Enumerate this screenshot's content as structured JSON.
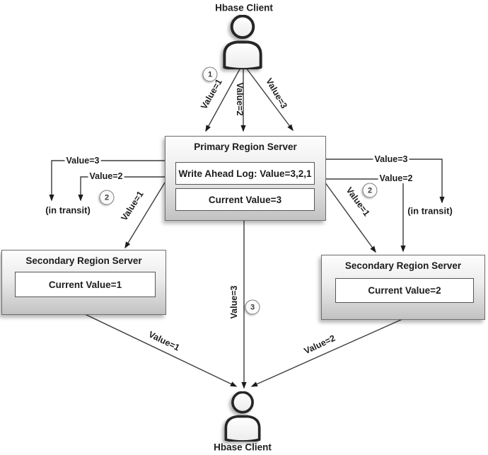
{
  "colors": {
    "line": "#3d3d3d",
    "arrowhead": "#1c1c1c",
    "box_border": "#6e6e6e",
    "box_fill_top": "#fdfdfd",
    "box_fill_bottom": "#c2c2c2",
    "inner_box_fill": "#ffffff",
    "text": "#1c1c1c"
  },
  "top_client": {
    "label": "Hbase Client"
  },
  "bottom_client": {
    "label": "Hbase Client"
  },
  "primary_server": {
    "title": "Primary Region Server",
    "write_ahead_log": "Write Ahead Log: Value=3,2,1",
    "current_value": "Current Value=3"
  },
  "secondary_left": {
    "title": "Secondary Region Server",
    "current_value": "Current Value=1"
  },
  "secondary_right": {
    "title": "Secondary Region Server",
    "current_value": "Current Value=2"
  },
  "steps": {
    "one": "1",
    "two": "2",
    "three": "3"
  },
  "edges": {
    "client_to_primary_1": "Value=1",
    "client_to_primary_2": "Value=2",
    "client_to_primary_3": "Value=3",
    "left_transit_3": "Value=3",
    "left_transit_2": "Value=2",
    "left_in_transit": "(in transit)",
    "primary_to_left_secondary": "Value=1",
    "right_transit_3": "Value=3",
    "right_to_secondary_2": "Value=2",
    "right_in_transit": "(in transit)",
    "primary_to_right_secondary": "Value=1",
    "left_secondary_to_client": "Value=1",
    "primary_to_client": "Value=3",
    "right_secondary_to_client": "Value=2"
  }
}
